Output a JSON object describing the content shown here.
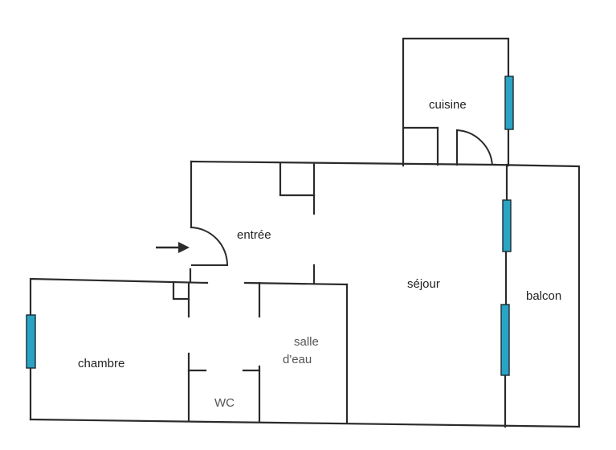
{
  "rooms": {
    "cuisine": "cuisine",
    "entree": "entrée",
    "sejour": "séjour",
    "balcon": "balcon",
    "salle_line1": "salle",
    "salle_line2": "d'eau",
    "chambre": "chambre",
    "wc": "WC"
  },
  "icons": {
    "entry": "entry-arrow-icon"
  },
  "colors": {
    "window": "#2aa3c4",
    "wall": "#2b2b2b"
  }
}
